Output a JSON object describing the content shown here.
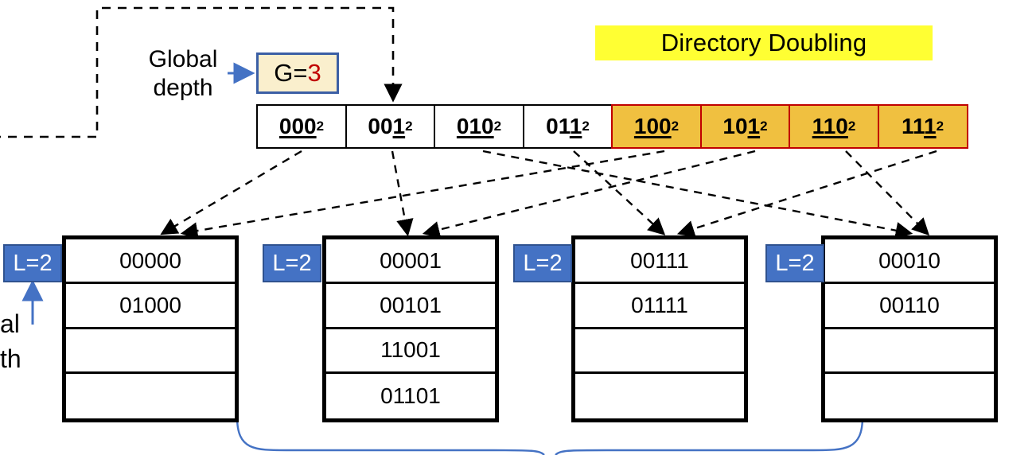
{
  "banner": {
    "title": "Directory Doubling",
    "bg": "#FFFF33"
  },
  "global_depth": {
    "label_line1": "Global",
    "label_line2": "depth",
    "box_prefix": "G=",
    "box_value": "3",
    "box_bg": "#FAEFCD",
    "box_border": "#3B5FA5",
    "value_color": "#C00000"
  },
  "local_depth_cropped": {
    "line1": "al",
    "line2": "th"
  },
  "directory": {
    "subscript": "2",
    "highlight_bg": "#F0C040",
    "highlight_border": "#C00000",
    "cells": [
      {
        "bits": "000",
        "underline": "all",
        "highlighted": false
      },
      {
        "bits": "001",
        "underline": "last",
        "highlighted": false
      },
      {
        "bits": "010",
        "underline": "all",
        "highlighted": false
      },
      {
        "bits": "011",
        "underline": "last",
        "highlighted": false
      },
      {
        "bits": "100",
        "underline": "all",
        "highlighted": true
      },
      {
        "bits": "101",
        "underline": "last",
        "highlighted": true
      },
      {
        "bits": "110",
        "underline": "all",
        "highlighted": true
      },
      {
        "bits": "111",
        "underline": "last",
        "highlighted": true
      }
    ]
  },
  "buckets": [
    {
      "local_depth": "L=2",
      "entries": [
        "00000",
        "01000",
        "",
        ""
      ]
    },
    {
      "local_depth": "L=2",
      "entries": [
        "00001",
        "00101",
        "11001",
        "01101"
      ]
    },
    {
      "local_depth": "L=2",
      "entries": [
        "00111",
        "01111",
        "",
        ""
      ]
    },
    {
      "local_depth": "L=2",
      "entries": [
        "00010",
        "00110",
        "",
        ""
      ]
    }
  ],
  "colors": {
    "badge_bg": "#4472C4",
    "badge_border": "#2F528F",
    "arrow_blue": "#4472C4",
    "bracket_blue": "#4472C4",
    "dashed_black": "#000000"
  }
}
